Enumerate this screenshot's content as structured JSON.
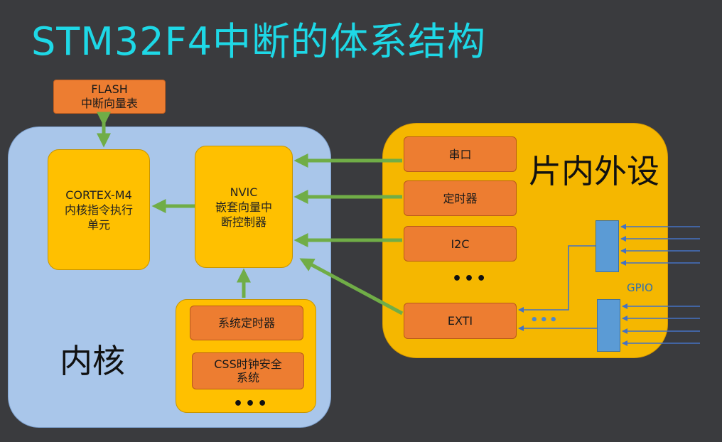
{
  "title": "STM32F4中断的体系结构",
  "flash": {
    "line1": "FLASH",
    "line2": "中断向量表"
  },
  "core": {
    "label": "内核",
    "cortex": {
      "line1": "CORTEX-M4",
      "line2": "内核指令执行",
      "line3": "单元"
    },
    "nvic": {
      "line1": "NVIC",
      "line2": "嵌套向量中",
      "line3": "断控制器"
    },
    "sub_box": {
      "items": [
        "系统定时器",
        "CSS时钟安全\n系统"
      ],
      "dots": "•••"
    }
  },
  "peripheral": {
    "label": "片内外设",
    "items": [
      "串口",
      "定时器",
      "I2C"
    ],
    "dots": "•••",
    "exti": "EXTI",
    "exti_dots": "•••",
    "gpio_label": "GPIO"
  },
  "colors": {
    "background": "#3a3b3e",
    "title": "#1ed8e6",
    "core_region": "#a9c6ea",
    "peripheral_region": "#f5b700",
    "unit_box": "#ffc000",
    "orange_box": "#ed7d31",
    "arrow": "#70ad47",
    "gpio": "#5b9bd5",
    "gpio_line": "#4472c4"
  }
}
